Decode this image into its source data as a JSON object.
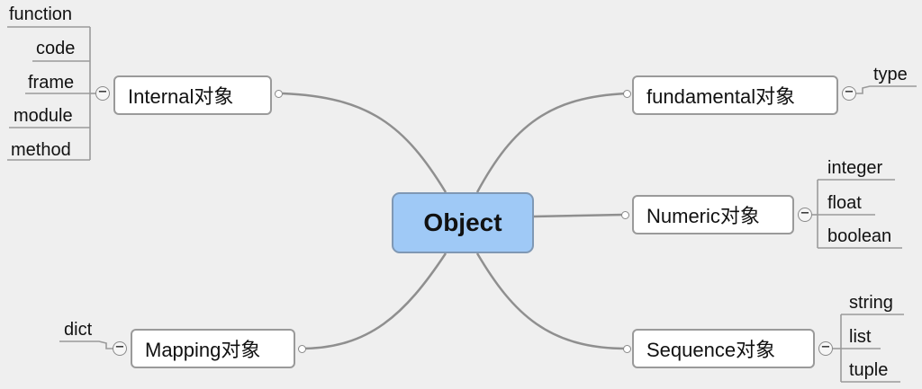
{
  "central": {
    "label": "Object"
  },
  "branches": {
    "internal": {
      "label": "Internal对象",
      "children": [
        "function",
        "code",
        "frame",
        "module",
        "method"
      ]
    },
    "fundamental": {
      "label": "fundamental对象",
      "children": [
        "type"
      ]
    },
    "numeric": {
      "label": "Numeric对象",
      "children": [
        "integer",
        "float",
        "boolean"
      ]
    },
    "sequence": {
      "label": "Sequence对象",
      "children": [
        "string",
        "list",
        "tuple"
      ]
    },
    "mapping": {
      "label": "Mapping对象",
      "children": [
        "dict"
      ]
    }
  },
  "toggle_symbol": "−",
  "colors": {
    "background": "#efefef",
    "central_fill": "#9fc9f6",
    "line": "#8f8f8f",
    "node_border": "#9a9a9a"
  }
}
